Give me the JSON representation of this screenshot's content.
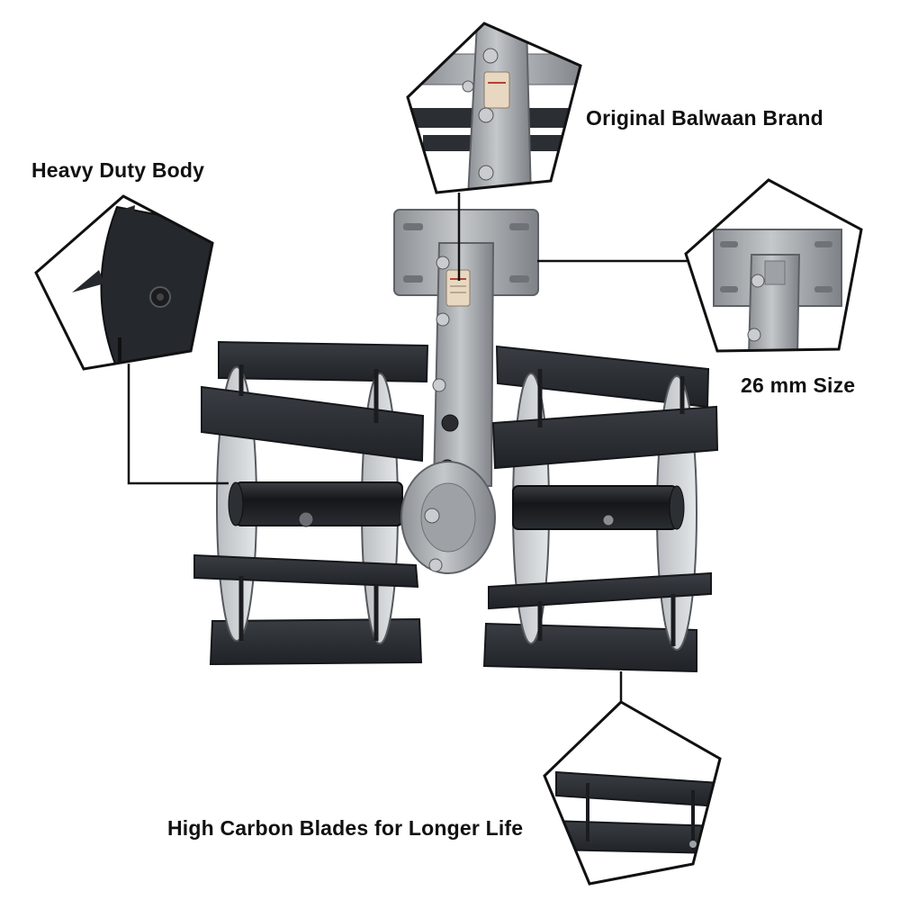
{
  "callouts": {
    "heavy_duty": {
      "label": "Heavy Duty Body"
    },
    "brand": {
      "label": "Original Balwaan Brand"
    },
    "size": {
      "label": "26 mm Size"
    },
    "blades": {
      "label": "High Carbon Blades for Longer Life"
    }
  },
  "colors": {
    "blade": "#2b2e33",
    "blade_edge": "#1a1c1f",
    "metal": "#a9adb1",
    "metal_dark": "#7d8186",
    "shaft": "#1e2024",
    "disc": "#cfd3d6",
    "outline": "#111111",
    "label": "#111111"
  },
  "product": {
    "name": "power weeder tiller attachment",
    "callout_shape": "pentagon"
  }
}
